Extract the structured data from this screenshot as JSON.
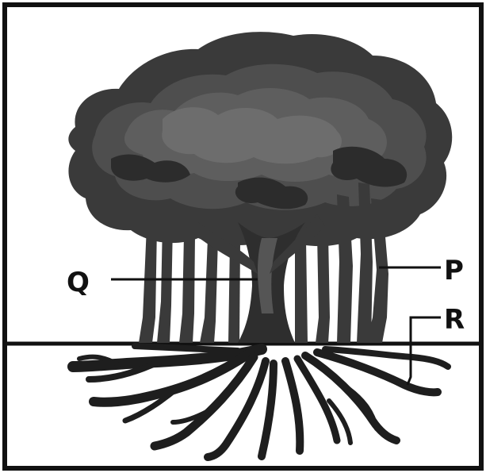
{
  "diagram": {
    "labels": {
      "q": "Q",
      "p": "P",
      "r": "R"
    },
    "colors": {
      "frame": "#111111",
      "foliage_dark": "#2c2c2c",
      "foliage_mid": "#4a4a4a",
      "foliage_light": "#6b6b6b",
      "trunk": "#3a3a3a",
      "roots": "#1e1e1e",
      "background": "#ffffff"
    }
  }
}
